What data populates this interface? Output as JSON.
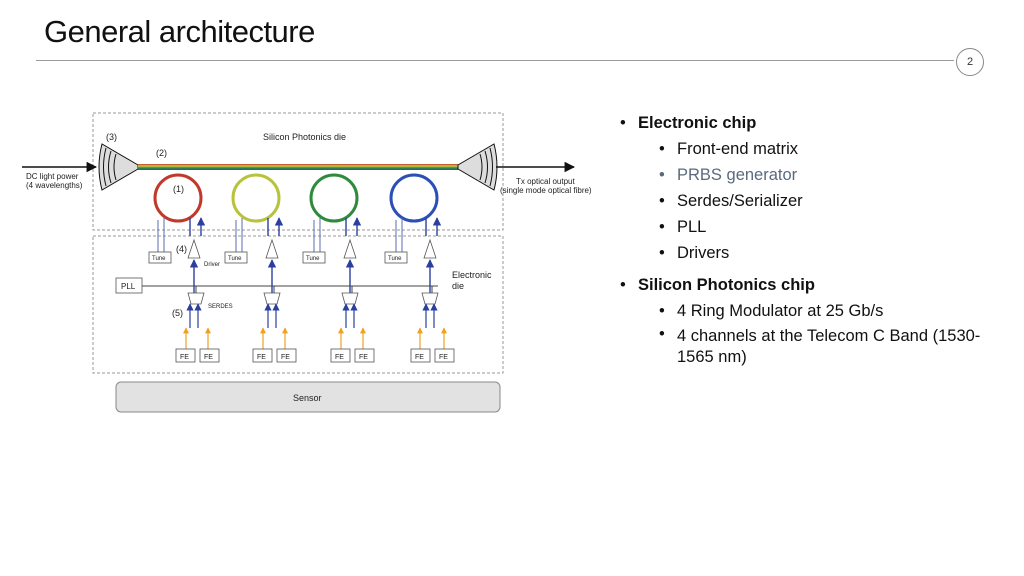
{
  "title": "General architecture",
  "page_number": "2",
  "diagram": {
    "label_3": "(3)",
    "label_2": "(2)",
    "label_1": "(1)",
    "label_4": "(4)",
    "label_5": "(5)",
    "die_title": "Silicon Photonics die",
    "dc_light_line1": "DC light power",
    "dc_light_line2": "(4 wavelengths)",
    "tx_line1": "Tx optical output",
    "tx_line2": "(single mode optical fibre)",
    "tune_label": "Tune",
    "driver_label": "Driver",
    "electronic_line1": "Electronic",
    "electronic_line2": "die",
    "pll_label": "PLL",
    "serdes_label": "SERDES",
    "fe_label": "FE",
    "sensor_label": "Sensor",
    "ring_colors": [
      "#c0392b",
      "#b8c23a",
      "#2e8b3c",
      "#2b4fb5"
    ],
    "arrow_color": "#2b3fa0",
    "fe_arrow_color": "#f0a020"
  },
  "bullets": {
    "electronic_chip": "Electronic chip",
    "electronic_items": [
      "Front-end matrix",
      "PRBS generator",
      "Serdes/Serializer",
      "PLL",
      "Drivers"
    ],
    "photonics_chip": "Silicon Photonics chip",
    "photonics_items": [
      "4 Ring Modulator at 25 Gb/s",
      "4 channels at the Telecom C Band (1530-1565 nm)"
    ]
  }
}
